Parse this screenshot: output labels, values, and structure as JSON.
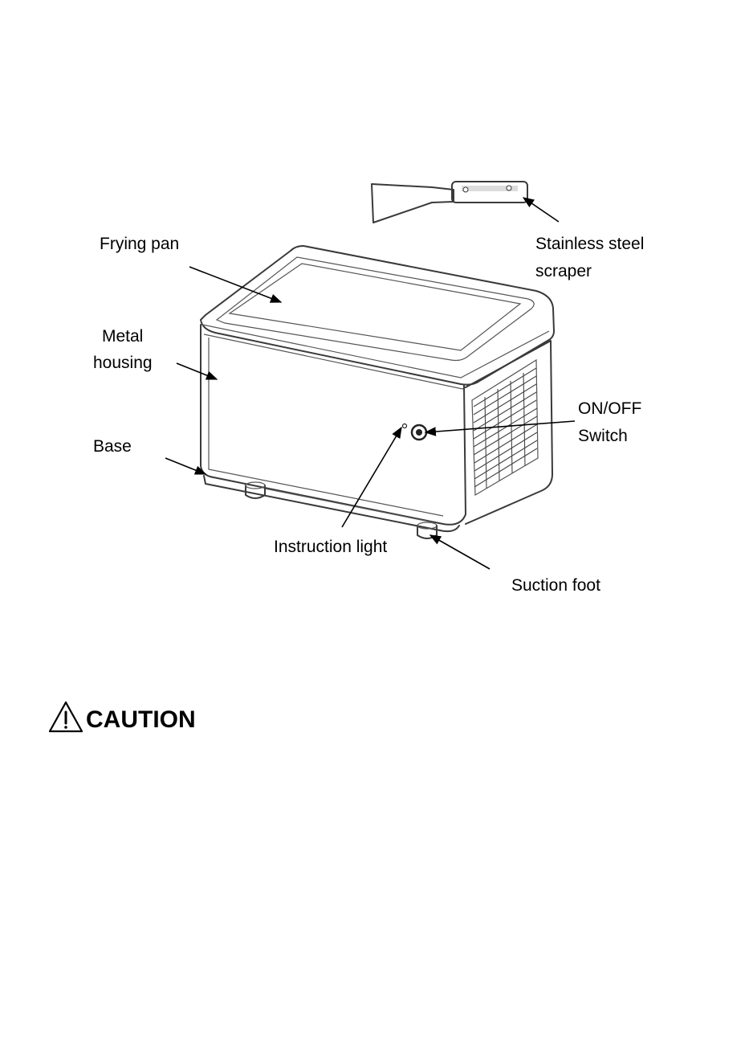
{
  "labels": {
    "frying_pan": "Frying pan",
    "scraper_line1": "Stainless steel",
    "scraper_line2": "scraper",
    "housing_line1": "Metal",
    "housing_line2": "housing",
    "switch_line1": "ON/OFF",
    "switch_line2": "Switch",
    "base": "Base",
    "instruction_light": "Instruction light",
    "suction_foot": "Suction foot"
  },
  "caution": {
    "title": "CAUTION",
    "icon": "warning-triangle-icon"
  }
}
